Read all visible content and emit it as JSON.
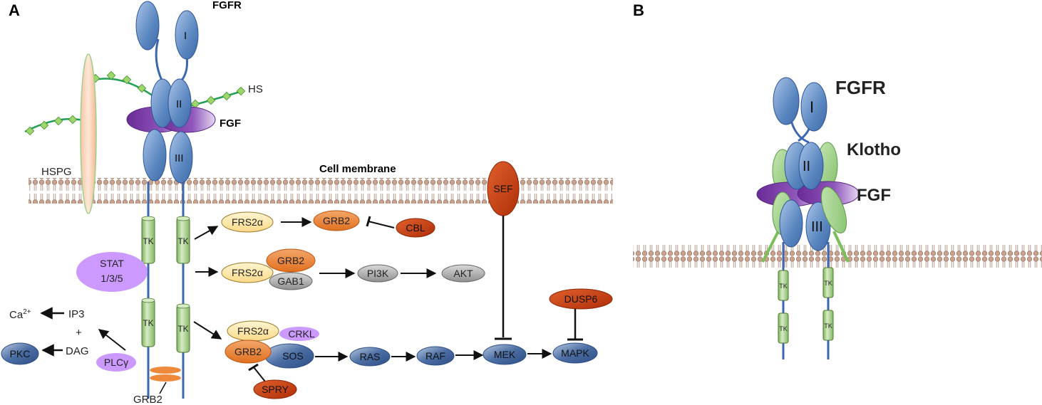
{
  "panel_a": {
    "panel_label": "A",
    "fgfr_label": "FGFR",
    "hs_label": "HS",
    "fgf_label": "FGF",
    "hspg_label": "HSPG",
    "membrane_label": "Cell membrane",
    "domain_i": "I",
    "domain_ii": "II",
    "domain_iii": "III",
    "tk": "TK",
    "frs2a": "FRS2α",
    "grb2": "GRB2",
    "cbl": "CBL",
    "gab1": "GAB1",
    "pi3k": "PI3K",
    "akt": "AKT",
    "stat_line1": "STAT",
    "stat_line2": "1/3/5",
    "ca_base": "Ca",
    "ca_sup": "2+",
    "ip3": "IP3",
    "plus": "+",
    "dag": "DAG",
    "pkc": "PKC",
    "plc": "PLCγ",
    "crkl": "CRKL",
    "sos": "SOS",
    "spry": "SPRY",
    "ras": "RAS",
    "raf": "RAF",
    "mek": "MEK",
    "mapk": "MAPK",
    "sef": "SEF",
    "dusp6": "DUSP6",
    "grb2_bottom": "GRB2"
  },
  "panel_b": {
    "panel_label": "B",
    "fgfr_label": "FGFR",
    "klotho_label": "Klotho",
    "fgf_label": "FGF",
    "domain_i": "I",
    "domain_ii": "II",
    "domain_iii": "III",
    "tk": "TK"
  },
  "colors": {
    "receptor_blue": "#5b87c0",
    "fgf_purple": "#7a3fa3",
    "tk_green": "#a9d18e",
    "frs2_yellow": "#fde9a6",
    "grb2_orange": "#ef8a3c",
    "inhibitor_red": "#c83d12",
    "stat_lilac": "#cc99ff",
    "gray_node": "#a6a6a6",
    "klotho_green": "#9ed08a",
    "hs_green": "#3cb371"
  }
}
